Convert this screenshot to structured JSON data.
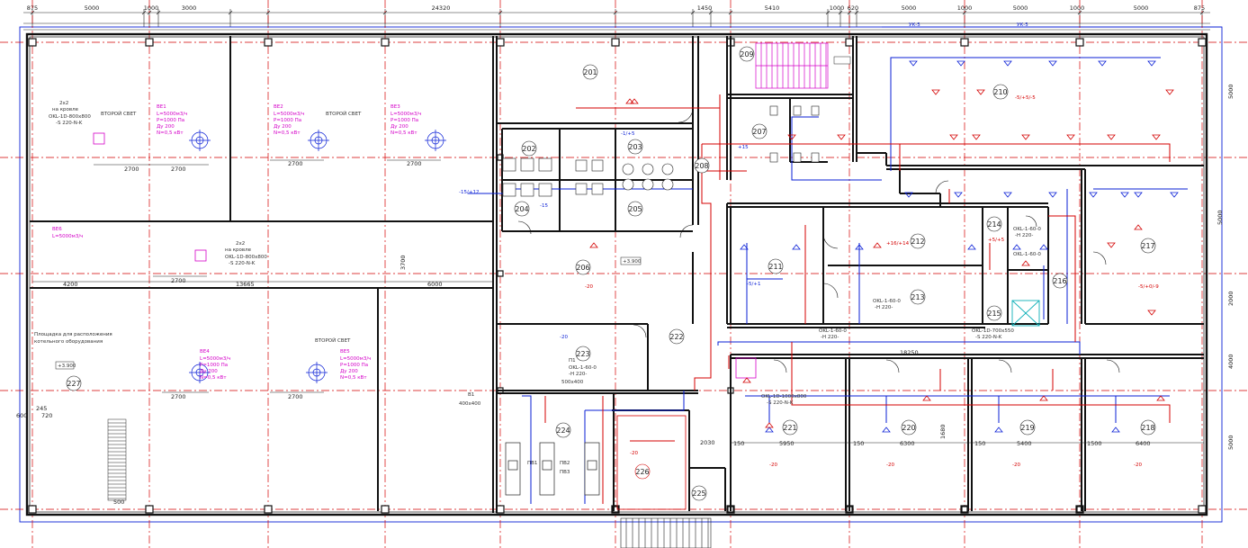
{
  "dims_top": [
    "875",
    "5000",
    "1000",
    "3000",
    "24320",
    "1450",
    "5410",
    "1000",
    "620",
    "5000",
    "1000",
    "5000",
    "1000",
    "5000",
    "875"
  ],
  "axis_labels": [
    "УК-5",
    "УК-5"
  ],
  "rooms": [
    "201",
    "202",
    "203",
    "204",
    "205",
    "206",
    "207",
    "208",
    "209",
    "210",
    "211",
    "212",
    "213",
    "214",
    "215",
    "216",
    "217",
    "218",
    "219",
    "220",
    "221",
    "222",
    "223",
    "224",
    "225",
    "226",
    "227"
  ],
  "second_light": [
    "ВТОРОЙ СВЕТ",
    "ВТОРОЙ СВЕТ",
    "ВТОРОЙ СВЕТ"
  ],
  "platform_note": [
    "Площадка для расположения",
    "котельного оборудования"
  ],
  "mark_level": "+3.900",
  "dims_inner": [
    "2700",
    "2700",
    "2700",
    "2700",
    "2700",
    "2700",
    "2700",
    "4200",
    "13665",
    "6000",
    "2030",
    "5950",
    "6300",
    "5400",
    "6400",
    "18250",
    "1680",
    "3700",
    "2000",
    "4000",
    "5000",
    "5000",
    "5000",
    "1500",
    "500",
    "600",
    "150",
    "245",
    "720",
    "150",
    "150"
  ],
  "equipment_labels": [
    "2х2",
    "на кровле",
    "OKL-1D-800х800",
    "-S 220-N-K",
    "OKL-1D-1000х800",
    "-S 220-N-K",
    "OKL-1-60-0",
    "-H 220-",
    "OKL-1D-700х550",
    "-S 220-N-K",
    "П1",
    "500х400",
    "В1",
    "400х400",
    "ПВ1",
    "ПВ2",
    "ПВ3"
  ],
  "fan_labels": [
    "ВЕ1",
    "ВЕ2",
    "ВЕ3",
    "ВЕ4",
    "ВЕ5",
    "ВЕ6"
  ],
  "fan_specs": [
    "L=5000м3/ч",
    "Р=1000 Па",
    "Ду 200",
    "N=0,5 кВт"
  ],
  "blue_notes": [
    "-1/+5",
    "-15",
    "+15",
    "-15/+12",
    "-5/+1",
    "-20"
  ],
  "red_notes": [
    "+16/+14",
    "-5/+5/-5",
    "-5/+0/-9",
    "+5/+5",
    "-20"
  ],
  "colors": {
    "wall": "#111111",
    "axis": "#d40000",
    "supply": "#0a1fd6",
    "exhaust": "#d40000",
    "equipment": "#d400c8",
    "stair": "#d400c8",
    "unit": "#0fb0b8"
  }
}
